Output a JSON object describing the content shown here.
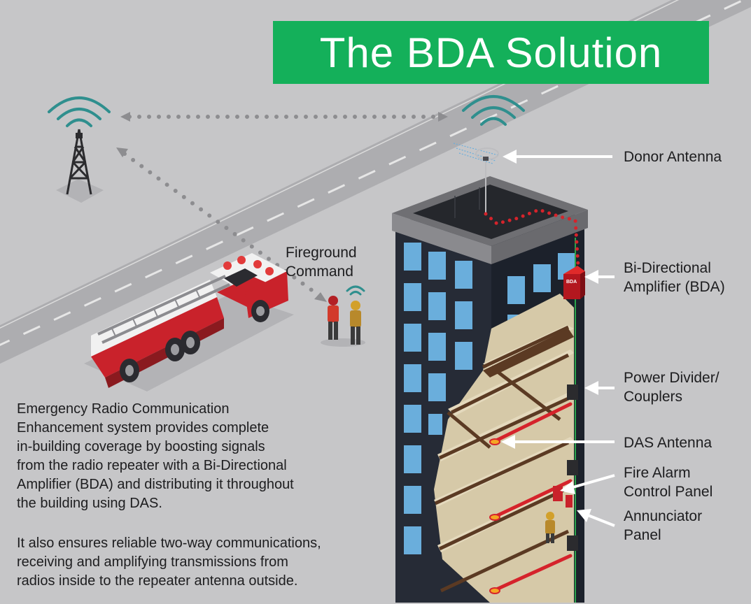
{
  "title": "The BDA Solution",
  "fireground": {
    "line1": "Fireground",
    "line2": "Command"
  },
  "callouts": {
    "donor_antenna": "Donor Antenna",
    "bda": {
      "line1": "Bi-Directional",
      "line2": "Amplifier (BDA)"
    },
    "power_divider": {
      "line1": "Power Divider/",
      "line2": "Couplers"
    },
    "das_antenna": "DAS Antenna",
    "fire_alarm": {
      "line1": "Fire Alarm",
      "line2": "Control Panel"
    },
    "annunciator": {
      "line1": "Annunciator",
      "line2": "Panel"
    }
  },
  "bda_box_label": "BDA",
  "description": {
    "para1": [
      "Emergency Radio Communication",
      "Enhancement system provides complete",
      "in-building coverage by boosting signals",
      "from the radio repeater with a Bi-Directional",
      "Amplifier (BDA) and distributing it throughout",
      "the building using DAS."
    ],
    "para2": [
      "It also ensures reliable two-way communications,",
      "receiving and amplifying transmissions from",
      "radios inside to the repeater antenna outside."
    ]
  },
  "colors": {
    "background": "#c6c6c8",
    "title_green": "#14b05a",
    "road": "#a9a9ac",
    "building_dark": "#232833",
    "window_blue": "#6aaedc",
    "floor_beige": "#d6c9a8",
    "cable_red": "#d5232b",
    "signal_teal": "#2f8f8e"
  }
}
